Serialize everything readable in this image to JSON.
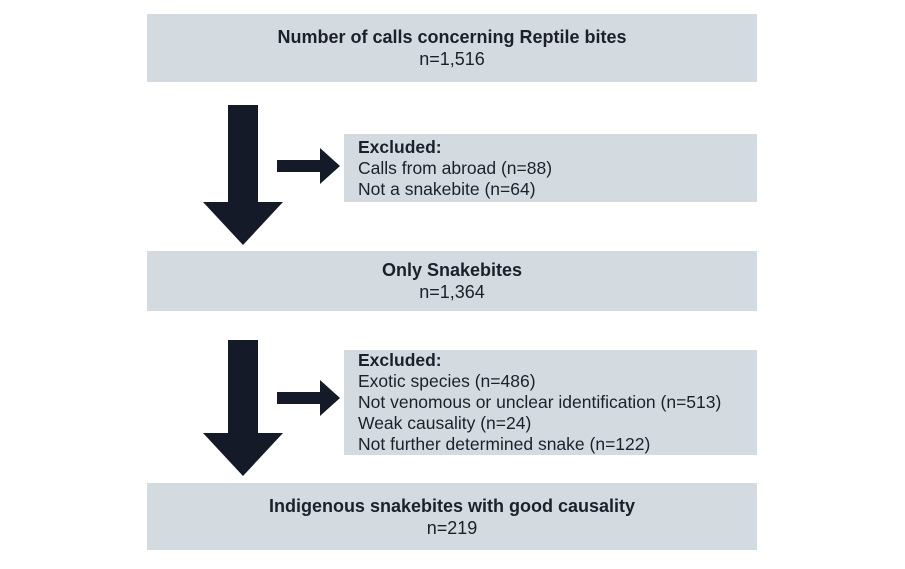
{
  "colors": {
    "background": "#ffffff",
    "box_fill": "#d4dbe0",
    "arrow": "#151a28",
    "text": "#1b202b"
  },
  "flowchart": {
    "top_box": {
      "title": "Number of calls concerning Reptile bites",
      "count": "n=1,516"
    },
    "excluded_box_1": {
      "heading": "Excluded:",
      "items": [
        "Calls from abroad (n=88)",
        "Not a snakebite (n=64)"
      ]
    },
    "middle_box": {
      "title": "Only Snakebites",
      "count": "n=1,364"
    },
    "excluded_box_2": {
      "heading": "Excluded:",
      "items": [
        "Exotic species (n=486)",
        "Not venomous or unclear identification (n=513)",
        "Weak causality (n=24)",
        "Not further determined snake (n=122)"
      ]
    },
    "bottom_box": {
      "title": "Indigenous snakebites with good causality",
      "count": "n=219"
    }
  }
}
